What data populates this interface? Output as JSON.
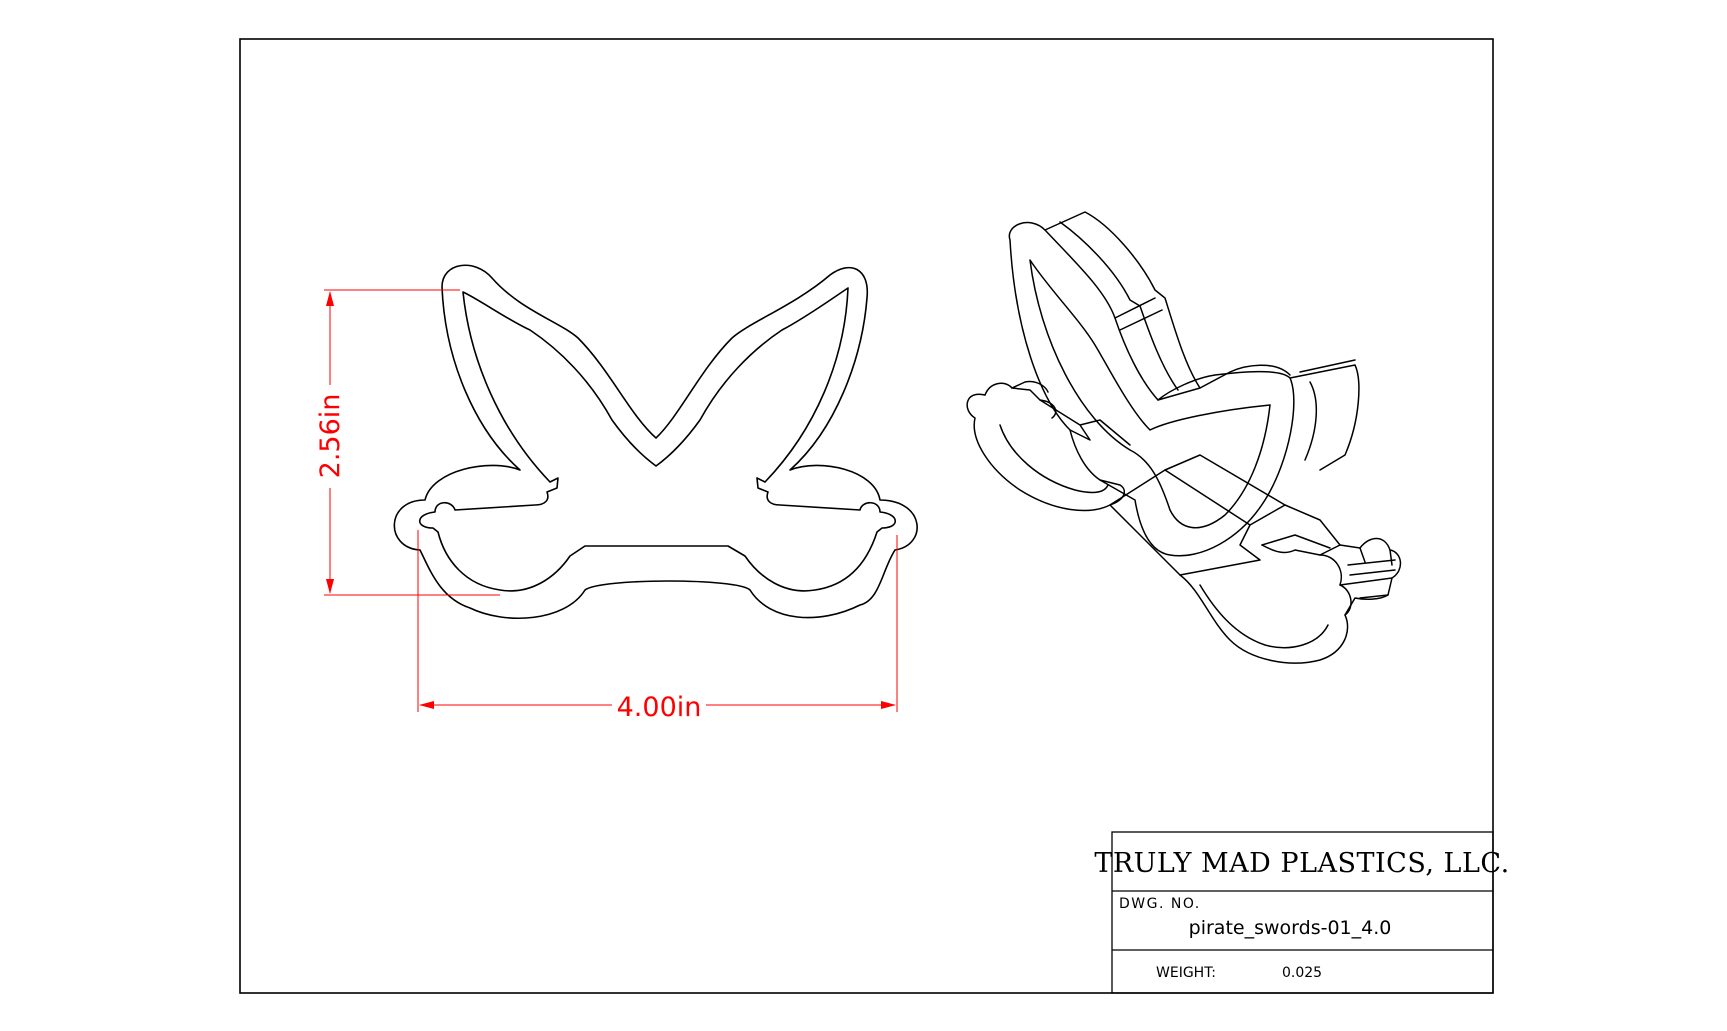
{
  "drawing": {
    "dimensions": {
      "height_label": "2.56in",
      "width_label": "4.00in"
    },
    "title_block": {
      "company": "TRULY MAD PLASTICS, LLC.",
      "dwg_no_label": "DWG.  NO.",
      "dwg_no_value": "pirate_swords-01_4.0",
      "weight_label": "WEIGHT:",
      "weight_value": "0.025"
    },
    "colors": {
      "line": "#000000",
      "dimension": "#ff0000"
    }
  }
}
